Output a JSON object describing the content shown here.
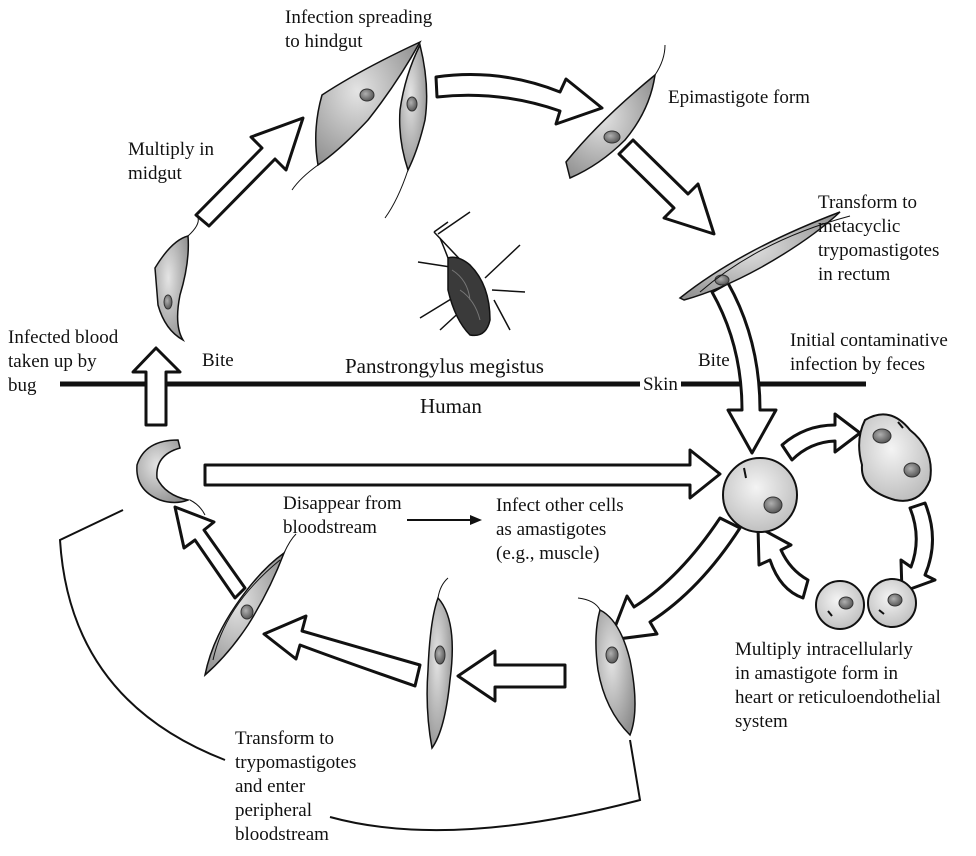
{
  "labels": {
    "hindgut": "Infection spreading\nto hindgut",
    "epimastigote": "Epimastigote form",
    "midgut": "Multiply in\nmidgut",
    "metacyclic": "Transform to\nmetacyclic\ntrypomastigotes\nin rectum",
    "infected_blood": "Infected blood\ntaken up by\nbug",
    "bite_left": "Bite",
    "vector": "Panstrongylus megistus",
    "skin": "Skin",
    "bite_right": "Bite",
    "initial_infection": "Initial contaminative\ninfection by feces",
    "human": "Human",
    "disappear": "Disappear from\nbloodstream",
    "infect_other": "Infect other cells\nas amastigotes\n(e.g., muscle)",
    "multiply_intracellular": "Multiply intracellularly\nin amastigote form in\nheart or reticuloendothelial\nsystem",
    "transform_trypo": "Transform to\ntrypomastigotes\nand enter\nperipheral\nbloodstream"
  },
  "colors": {
    "stroke": "#111111",
    "arrow_fill": "#ffffff",
    "parasite_fill": "#bdbdbd",
    "parasite_dark": "#8e8e8e",
    "nucleus": "#7a7a7a",
    "cell_fill": "#e2e2e2",
    "bug_fill": "#3a3a3a"
  }
}
